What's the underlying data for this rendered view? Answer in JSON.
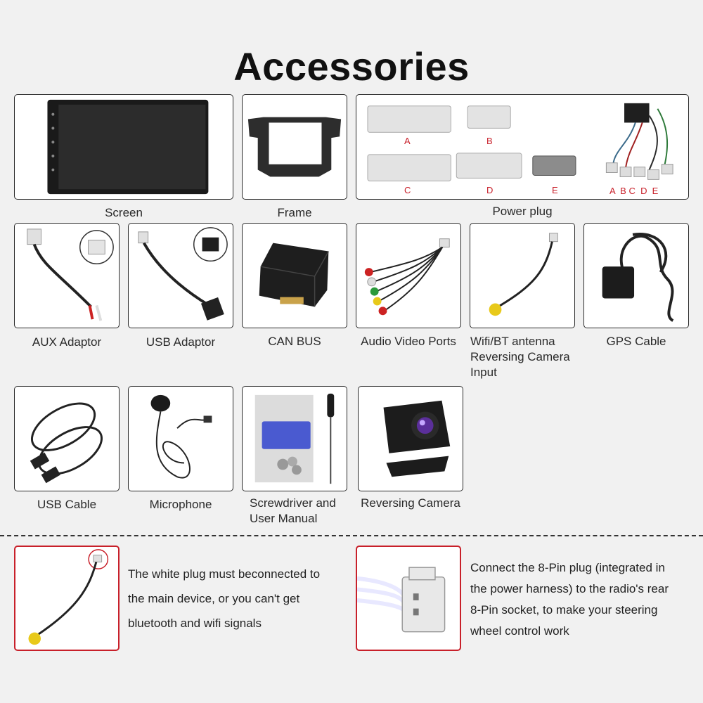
{
  "title": "Accessories",
  "items": {
    "screen": "Screen",
    "frame": "Frame",
    "power_plug": "Power plug",
    "aux_adaptor": "AUX Adaptor",
    "usb_adaptor": "USB Adaptor",
    "can_bus": "CAN BUS",
    "audio_video_ports": "Audio Video Ports",
    "wifi_bt": [
      "Wifi/BT antenna",
      "Reversing Camera",
      "Input"
    ],
    "gps_cable": "GPS Cable",
    "usb_cable": "USB Cable",
    "microphone": "Microphone",
    "screwdriver": [
      "Screwdriver and",
      "User Manual"
    ],
    "reversing_camera": "Reversing Camera"
  },
  "power_plug_labels": {
    "a": "A",
    "b": "B",
    "c": "C",
    "d": "D",
    "e": "E",
    "harness": "A  B C  D  E"
  },
  "notes": {
    "white_plug": [
      "The white plug must beconnected to",
      "the main device, or you can't get",
      "bluetooth and wifi signals"
    ],
    "eight_pin": [
      "Connect the 8-Pin plug (integrated in",
      "the power harness) to the radio's rear",
      "8-Pin socket, to make your steering",
      "wheel control work"
    ]
  },
  "colors": {
    "accent_red": "#c8202a",
    "border": "#2a2a2a",
    "background": "#f1f1f1"
  }
}
